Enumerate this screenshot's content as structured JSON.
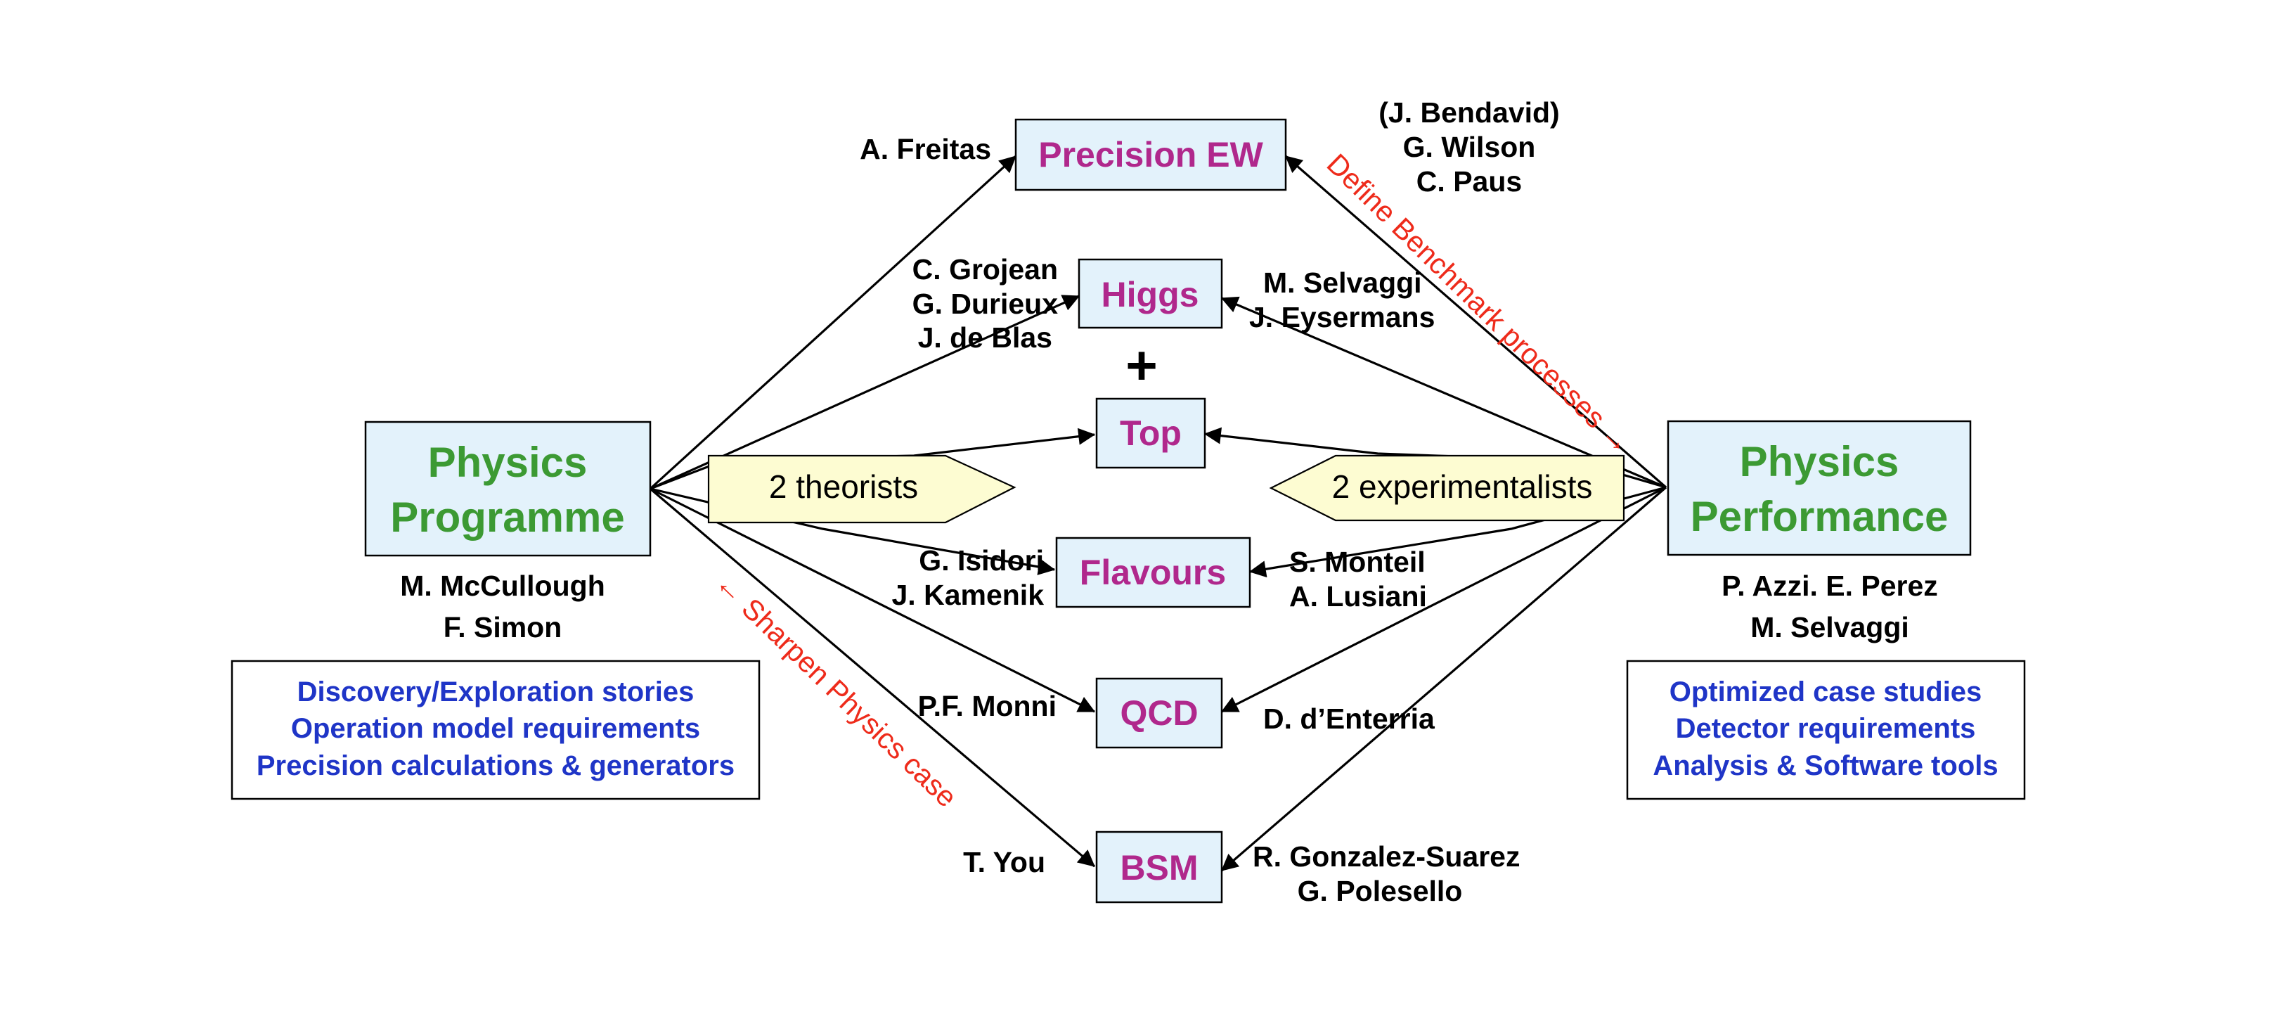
{
  "left_hub": {
    "title": [
      "Physics",
      "Programme"
    ],
    "conveners": [
      "M. McCullough",
      "F. Simon"
    ],
    "tasks": [
      "Discovery/Exploration stories",
      "Operation model requirements",
      "Precision calculations & generators"
    ]
  },
  "right_hub": {
    "title": [
      "Physics",
      "Performance"
    ],
    "conveners": [
      "P. Azzi. E. Perez",
      "M. Selvaggi"
    ],
    "tasks": [
      "Optimized case studies",
      "Detector requirements",
      "Analysis & Software tools"
    ]
  },
  "pills": {
    "theorists": "2 theorists",
    "experimentalists": "2 experimentalists"
  },
  "plus": "+",
  "flows": {
    "sharpen": "← Sharpen Physics case",
    "define": "Define Benchmark processes →"
  },
  "topics": [
    {
      "id": "precision-ew",
      "label": "Precision EW",
      "theorists": [
        "A. Freitas"
      ],
      "experimentalists": [
        "(J. Bendavid)",
        "G. Wilson",
        "C. Paus"
      ]
    },
    {
      "id": "higgs",
      "label": "Higgs",
      "theorists": [
        "C. Grojean",
        "G. Durieux",
        "J. de Blas"
      ],
      "experimentalists": [
        "M. Selvaggi",
        "J. Eysermans"
      ]
    },
    {
      "id": "top",
      "label": "Top",
      "theorists": [],
      "experimentalists": []
    },
    {
      "id": "flavours",
      "label": "Flavours",
      "theorists": [
        "G. Isidori",
        "J. Kamenik"
      ],
      "experimentalists": [
        "S. Monteil",
        "A. Lusiani"
      ]
    },
    {
      "id": "qcd",
      "label": "QCD",
      "theorists": [
        "P.F. Monni"
      ],
      "experimentalists": [
        "D. d’Enterria"
      ]
    },
    {
      "id": "bsm",
      "label": "BSM",
      "theorists": [
        "T. You"
      ],
      "experimentalists": [
        "R. Gonzalez-Suarez",
        "G. Polesello"
      ]
    }
  ],
  "colors": {
    "hub_text": "#3c9a33",
    "topic_text": "#b0288c",
    "task_text": "#1f35c7",
    "flow_text": "#ee2b1b",
    "box_fill": "#e3f2fb",
    "pill_fill": "#fdfcd2"
  }
}
